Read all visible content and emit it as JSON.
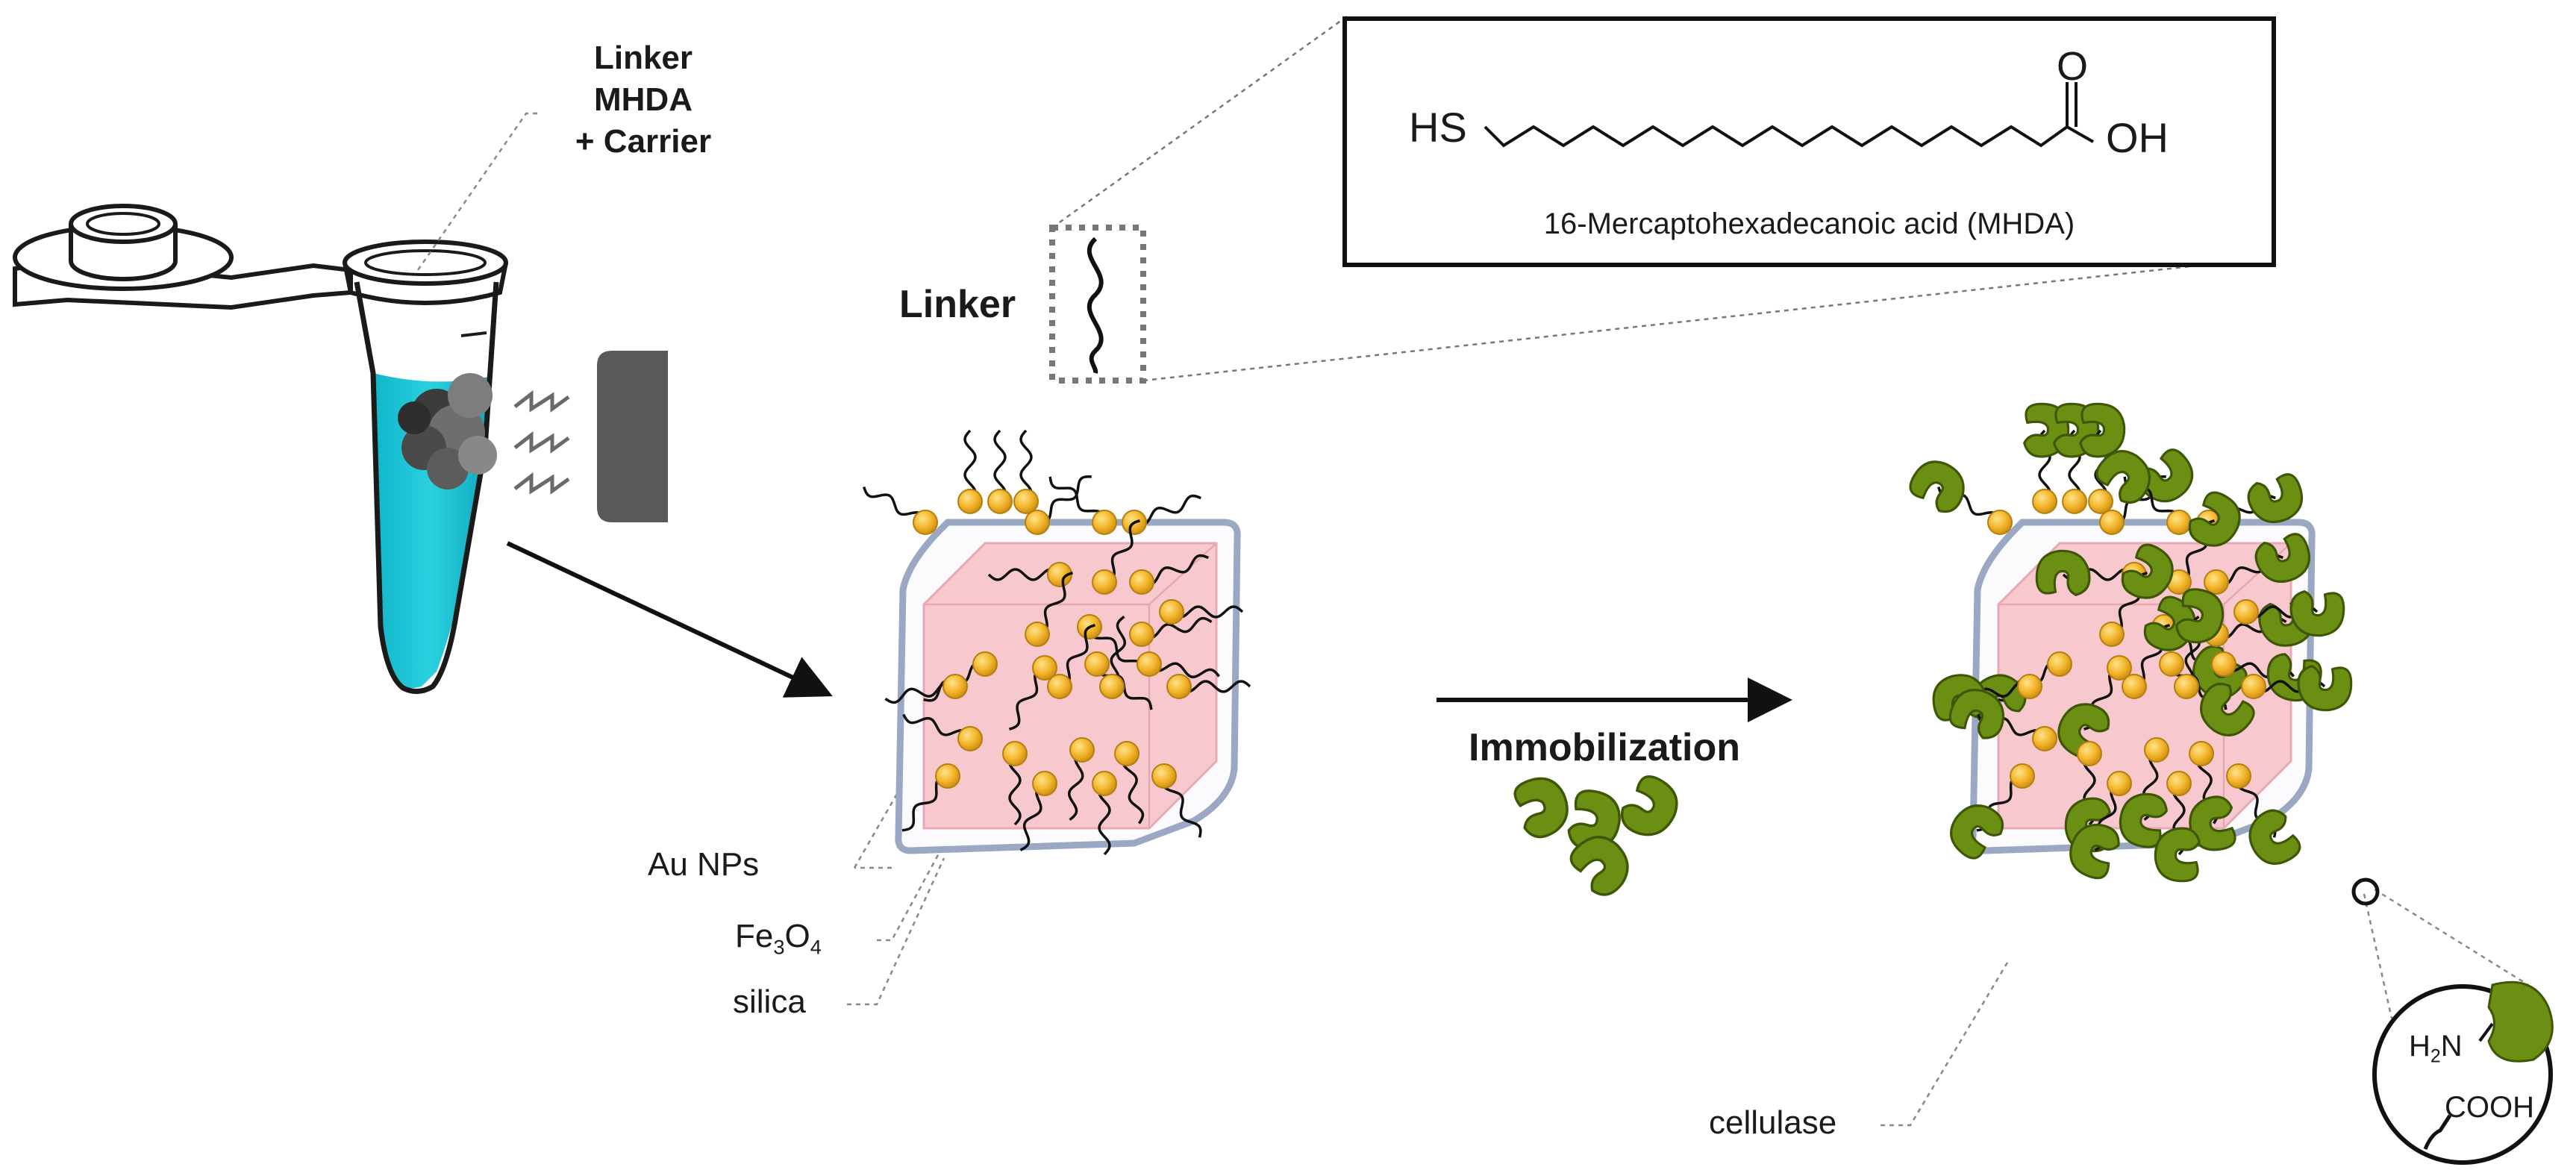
{
  "tube_label": {
    "line1": "Linker",
    "line2": "MHDA",
    "line3": "+ Carrier"
  },
  "linker_label": "Linker",
  "molecule": {
    "hs": "HS",
    "o": "O",
    "oh": "OH",
    "caption": "16-Mercaptohexadecanoic acid (MHDA)"
  },
  "left_labels": {
    "au": "Au NPs",
    "fe_base": "Fe",
    "fe_sub1": "3",
    "fe_o": "O",
    "fe_sub2": "4",
    "silica": "silica"
  },
  "process_label": "Immobilization",
  "cellulase_label": "cellulase",
  "inset": {
    "h": "H",
    "h_sub": "2",
    "n": "N",
    "cooh": "COOH"
  },
  "colors": {
    "liquid": "#16c3d6",
    "magnet": "#595959",
    "core": "#f7c9cf",
    "shell_stroke": "#9aa8c4",
    "gold": "#f3b52b",
    "enzyme": "#6b8f12"
  }
}
